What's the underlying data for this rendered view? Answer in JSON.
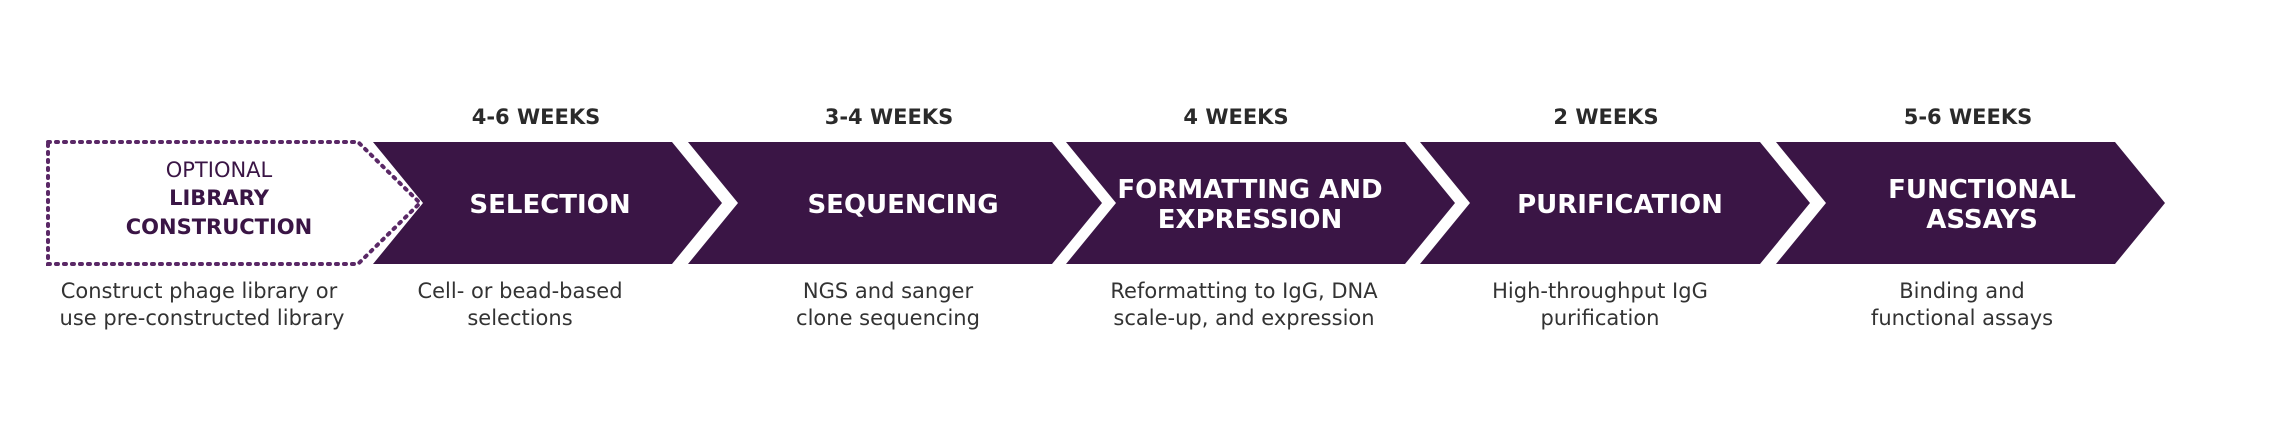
{
  "colors": {
    "arrow_fill": "#3a1545",
    "optional_border": "#5a2866",
    "title_text": "#ffffff",
    "body_text": "#333333"
  },
  "optional_step": {
    "label": "OPTIONAL",
    "title_lines": [
      "LIBRARY",
      "CONSTRUCTION"
    ],
    "description_lines": [
      "Construct phage library or",
      "use pre-constructed library"
    ]
  },
  "steps": [
    {
      "duration": "4-6 WEEKS",
      "title_lines": [
        "SELECTION"
      ],
      "description_lines": [
        "Cell- or bead-based",
        "selections"
      ]
    },
    {
      "duration": "3-4 WEEKS",
      "title_lines": [
        "SEQUENCING"
      ],
      "description_lines": [
        "NGS and sanger",
        "clone sequencing"
      ]
    },
    {
      "duration": "4 WEEKS",
      "title_lines": [
        "FORMATTING AND",
        "EXPRESSION"
      ],
      "description_lines": [
        "Reformatting to IgG, DNA",
        "scale-up, and expression"
      ]
    },
    {
      "duration": "2 WEEKS",
      "title_lines": [
        "PURIFICATION"
      ],
      "description_lines": [
        "High-throughput IgG",
        "purification"
      ]
    },
    {
      "duration": "5-6 WEEKS",
      "title_lines": [
        "FUNCTIONAL",
        "ASSAYS"
      ],
      "description_lines": [
        "Binding and",
        "functional assays"
      ]
    }
  ]
}
